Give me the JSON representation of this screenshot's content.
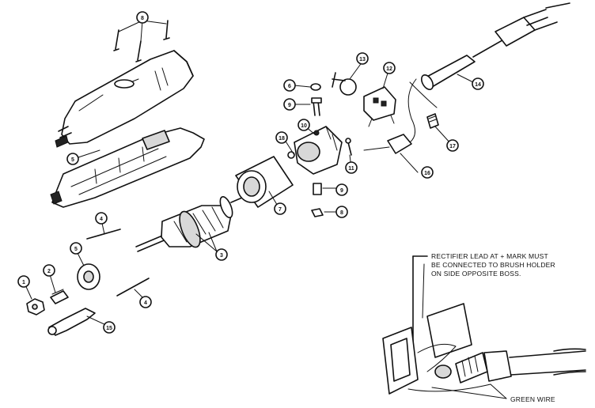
{
  "callouts": [
    "1",
    "2",
    "3",
    "4",
    "4",
    "5",
    "5",
    "6",
    "7",
    "8",
    "8",
    "9",
    "10",
    "11",
    "12",
    "13",
    "14",
    "15",
    "16",
    "17",
    "18"
  ],
  "notes": {
    "rectifier_line1": "RECTIFIER LEAD AT + MARK MUST",
    "rectifier_line2": "BE CONNECTED TO BRUSH HOLDER",
    "rectifier_line3": "ON SIDE OPPOSITE BOSS.",
    "green_wire": "GREEN WIRE"
  }
}
